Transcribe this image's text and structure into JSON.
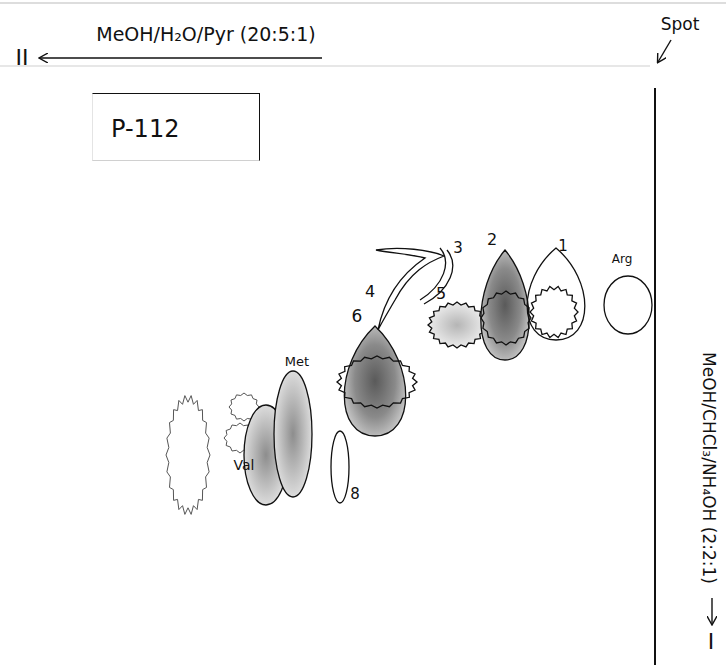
{
  "diagram": {
    "nodes": [
      {
        "text": [
          "P-112"
        ]
      }
    ],
    "labels": [
      "MeOH/H₂O/Pyr (20:5:1)",
      "II",
      "Spot",
      "MeOH/CHCl₃/NH₄OH (2:2:1)",
      "I",
      "Arg",
      "1",
      "2",
      "3",
      "4",
      "5",
      "6",
      "Met",
      "8",
      "Val"
    ]
  }
}
